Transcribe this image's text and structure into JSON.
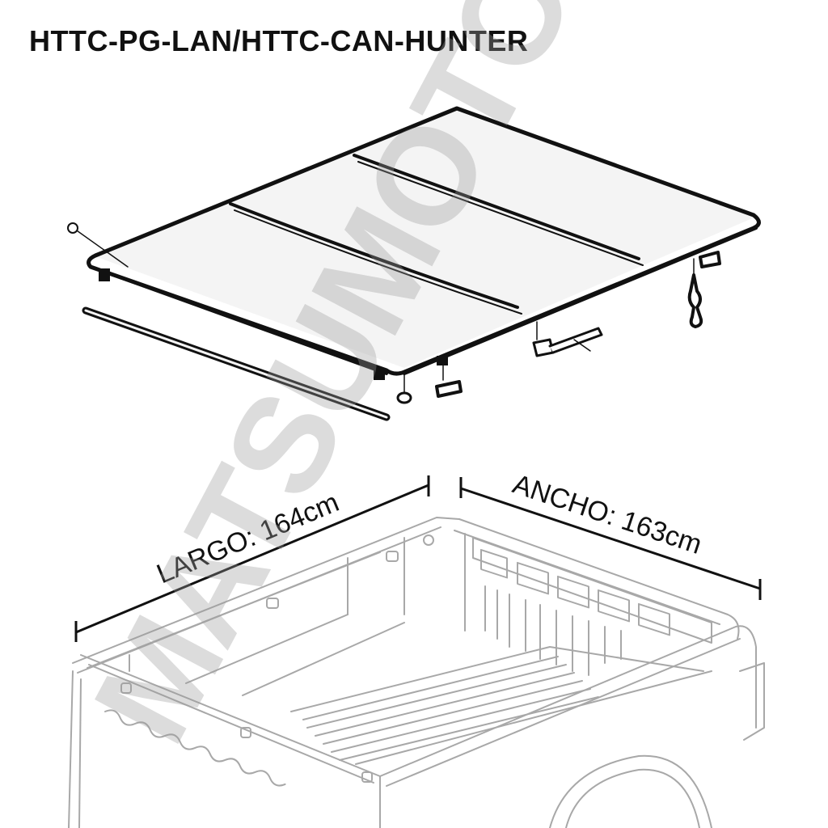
{
  "header": {
    "title": "HTTC-PG-LAN/HTTC-CAN-HUNTER"
  },
  "dimensions": {
    "length": {
      "label": "LARGO: 164cm",
      "name": "LARGO",
      "value": 164,
      "unit": "cm"
    },
    "width": {
      "label": "ANCHO: 163cm",
      "name": "ANCHO",
      "value": 163,
      "unit": "cm"
    }
  },
  "watermark": {
    "text": "MATSUMOTO"
  },
  "illustrations": {
    "top": "tri-fold tonneau cover exploded view with seal strip, clamps and hardware",
    "bottom": "pickup truck bed with dimension lines"
  },
  "colors": {
    "line": "#111111",
    "truck_line": "#a8a8a8",
    "watermark": "#9a9a9a",
    "panel_fill": "#f2f2f2",
    "background": "#ffffff"
  }
}
